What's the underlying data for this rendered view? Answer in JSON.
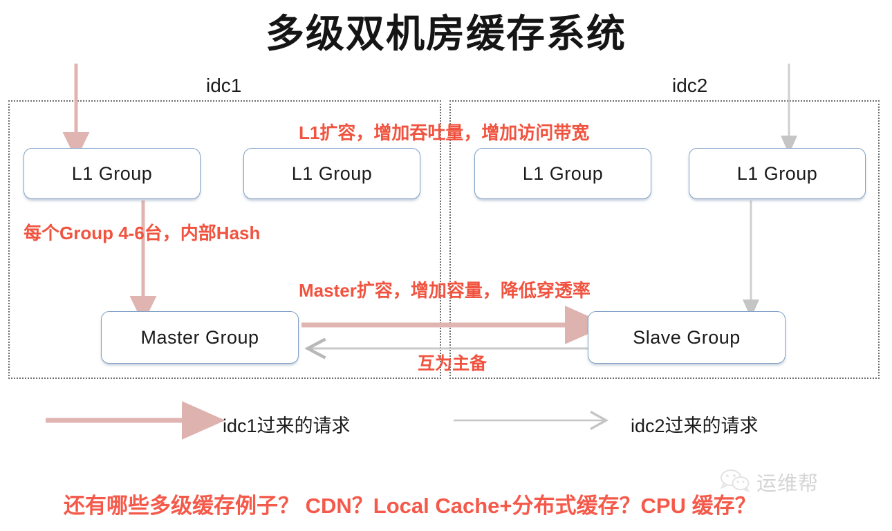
{
  "diagram": {
    "title": "多级双机房缓存系统",
    "zones": [
      {
        "id": "idc1",
        "label": "idc1"
      },
      {
        "id": "idc2",
        "label": "idc2"
      }
    ],
    "nodes": [
      {
        "id": "l1-1",
        "label": "L1 Group",
        "zone": "idc1"
      },
      {
        "id": "l1-2",
        "label": "L1 Group",
        "zone": "idc1"
      },
      {
        "id": "l1-3",
        "label": "L1 Group",
        "zone": "idc2"
      },
      {
        "id": "l1-4",
        "label": "L1 Group",
        "zone": "idc2"
      },
      {
        "id": "master-group",
        "label": "Master Group",
        "zone": "idc1"
      },
      {
        "id": "slave-group",
        "label": "Slave Group",
        "zone": "idc2"
      }
    ],
    "annotations": {
      "l1_scale": "L1扩容，增加吞吐量，增加访问带宽",
      "group_size": "每个Group 4-6台，内部Hash",
      "master_scale": "Master扩容，增加容量，降低穿透率",
      "mutual_backup": "互为主备"
    },
    "legend": [
      {
        "id": "idc1-request",
        "label": "idc1过来的请求",
        "color": "#e0b4b0"
      },
      {
        "id": "idc2-request",
        "label": "idc2过来的请求",
        "color": "#c5c5c5"
      }
    ],
    "bottom_question": "还有哪些多级缓存例子？ CDN？Local Cache+分布式缓存？CPU 缓存？",
    "watermark": {
      "text": "运维帮",
      "icon": "wechat-icon"
    },
    "colors": {
      "annotation_red": "#f0533f",
      "question_red": "#f4594a",
      "node_border": "#7fa0c6",
      "zone_border": "#6d6d6d",
      "arrow_pink": "#e0b4b0",
      "arrow_gray": "#c5c5c5"
    }
  }
}
